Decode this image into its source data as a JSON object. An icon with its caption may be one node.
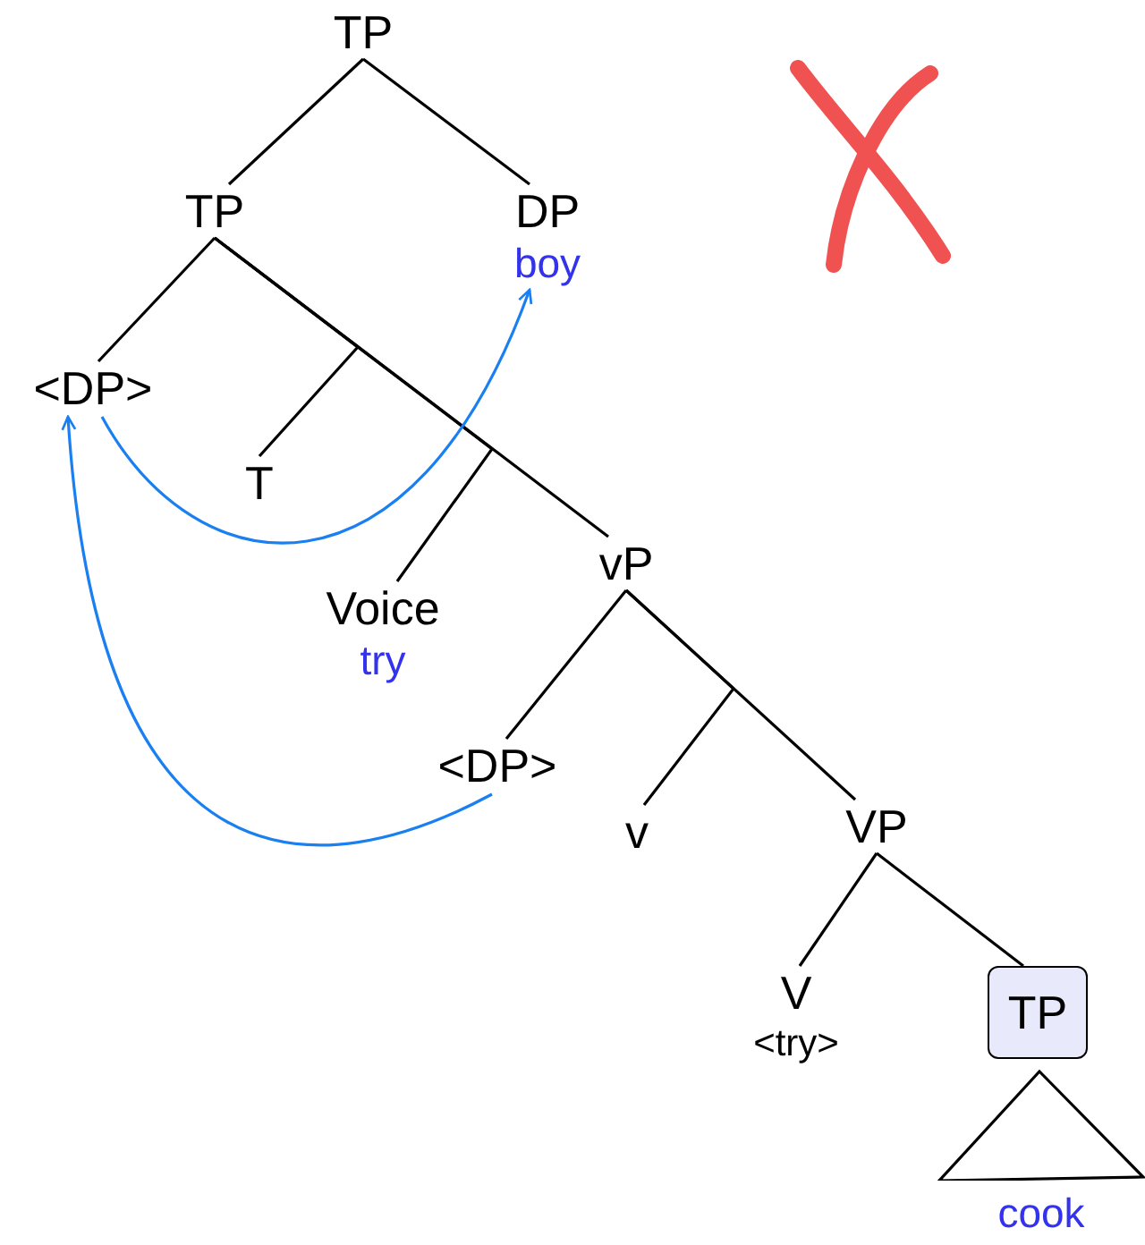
{
  "diagram": {
    "nodes": [
      {
        "text": [
          "TP"
        ]
      },
      {
        "text": [
          "TP"
        ]
      },
      {
        "text": [
          "DP",
          "boy"
        ]
      },
      {
        "text": [
          "<DP>"
        ]
      },
      {
        "text": [
          "T"
        ]
      },
      {
        "text": [
          "Voice",
          "try"
        ]
      },
      {
        "text": [
          "vP"
        ]
      },
      {
        "text": [
          "<DP>"
        ]
      },
      {
        "text": [
          "v"
        ]
      },
      {
        "text": [
          "VP"
        ]
      },
      {
        "text": [
          "V",
          "<try>"
        ]
      },
      {
        "text": [
          "TP"
        ]
      },
      {
        "text": [
          "cook"
        ]
      }
    ],
    "edges": [
      {
        "from": 0,
        "to": 1,
        "arrow": "none"
      },
      {
        "from": 0,
        "to": 2,
        "arrow": "none"
      },
      {
        "from": 1,
        "to": 3,
        "arrow": "none"
      },
      {
        "from": 1,
        "to": 4,
        "arrow": "none"
      },
      {
        "from": 1,
        "to": 5,
        "arrow": "none"
      },
      {
        "from": 1,
        "to": 6,
        "arrow": "none"
      },
      {
        "from": 6,
        "to": 7,
        "arrow": "none"
      },
      {
        "from": 6,
        "to": 8,
        "arrow": "none"
      },
      {
        "from": 6,
        "to": 9,
        "arrow": "none"
      },
      {
        "from": 9,
        "to": 10,
        "arrow": "none"
      },
      {
        "from": 9,
        "to": 11,
        "arrow": "none"
      },
      {
        "from": 3,
        "to": 2,
        "arrow": "to",
        "color": "#1a7ff0"
      },
      {
        "from": 7,
        "to": 3,
        "arrow": "to",
        "color": "#1a7ff0"
      }
    ]
  }
}
